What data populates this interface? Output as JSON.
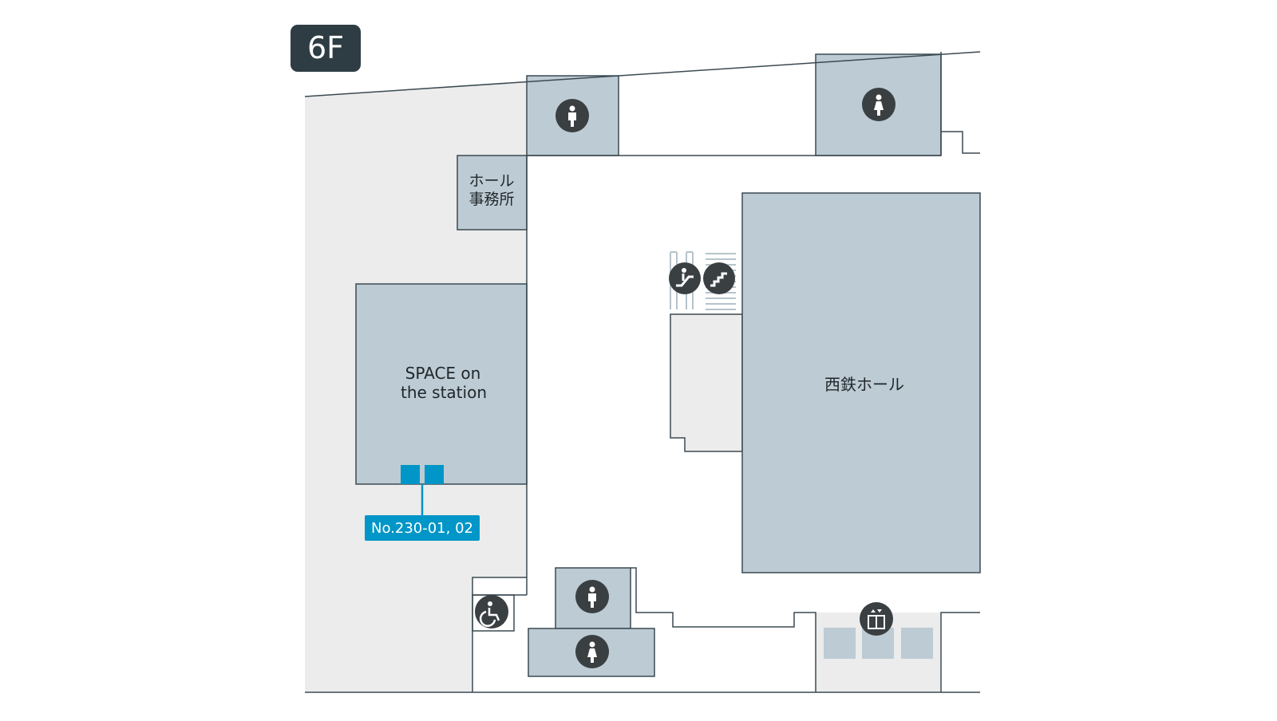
{
  "floor": {
    "label": "6F"
  },
  "rooms": {
    "hall_office": {
      "line1": "ホール",
      "line2": "事務所"
    },
    "space_on_the_station": {
      "line1": "SPACE on",
      "line2": "the station"
    },
    "nishitetsu_hall": {
      "label": "西鉄ホール"
    }
  },
  "booth_tag": {
    "label": "No.230-01, 02"
  },
  "icons": [
    "mens-restroom-icon",
    "womens-restroom-icon",
    "escalator-icon",
    "stairs-icon",
    "accessible-restroom-icon",
    "elevator-icon"
  ],
  "colors": {
    "room_fill": "#bdcbd4",
    "corridor_fill": "#ececec",
    "wall_line": "#3b4a52",
    "icon_badge": "#3a3f42",
    "booth_accent": "#0096c7",
    "floor_badge": "#2e3d44"
  }
}
